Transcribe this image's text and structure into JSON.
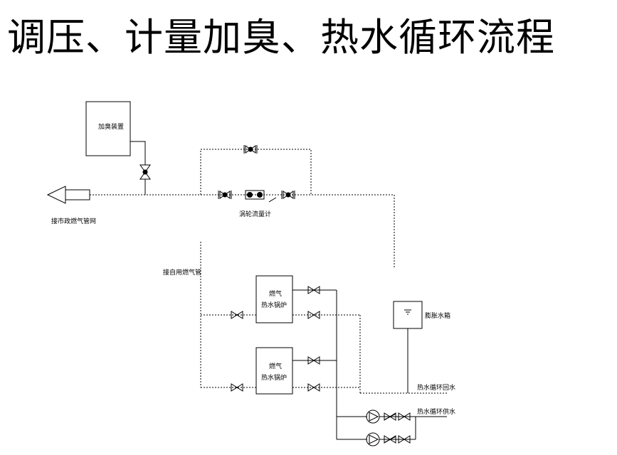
{
  "title": "调压、计量加臭、热水循环流程",
  "labels": {
    "odorizer": "加臭装置",
    "city_gas_network": "接市政燃气管网",
    "flow_meter": "涡轮流量计",
    "self_use_gas_pipe": "接自用燃气管",
    "boiler1_line1": "燃气",
    "boiler1_line2": "热水锅炉",
    "boiler2_line1": "燃气",
    "boiler2_line2": "热水锅炉",
    "expansion_tank": "膨胀水箱",
    "hot_water_return": "热水循环回水",
    "hot_water_supply": "热水循环供水"
  }
}
